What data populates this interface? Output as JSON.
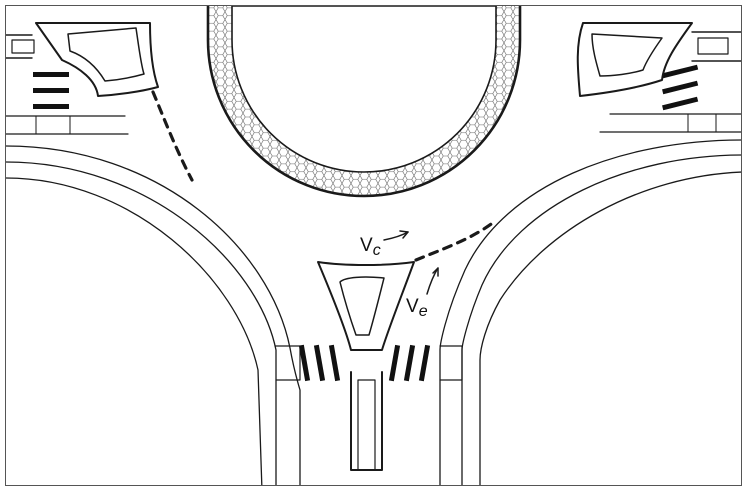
{
  "labels": {
    "vc_main": "V",
    "vc_sub": "c",
    "ve_main": "V",
    "ve_sub": "e"
  },
  "colors": {
    "ink": "#1a1a1a",
    "border": "#555555",
    "background": "#ffffff",
    "apron_fill": "#ffffff",
    "apron_pattern": "#666666"
  }
}
